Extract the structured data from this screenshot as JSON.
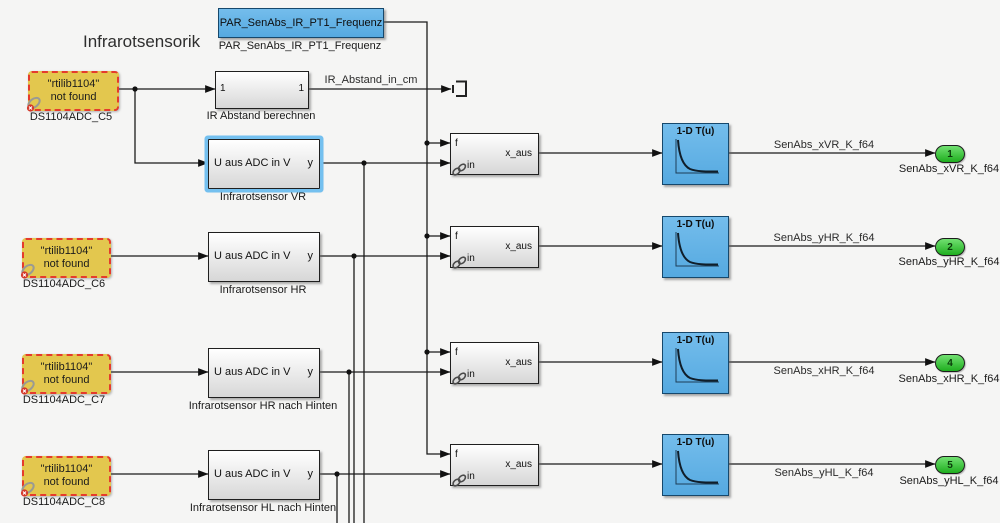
{
  "title": "Infrarotsensorik",
  "param_block": {
    "text": "PAR_SenAbs_IR_PT1_Frequenz",
    "label": "PAR_SenAbs_IR_PT1_Frequenz"
  },
  "ir_block": {
    "port_in": "1",
    "port_out": "1",
    "label": "IR Abstand berechnen",
    "signal": "IR_Abstand_in_cm"
  },
  "sensor_block": {
    "text": "U aus ADC in V",
    "out_port": "y"
  },
  "filter_block": {
    "in1": "f",
    "in2": "in",
    "out": "x_aus"
  },
  "lookup_block": {
    "label": "1-D T(u)"
  },
  "adc_error": {
    "line1": "\"rtilib1104\"",
    "line2": "not found"
  },
  "rows": [
    {
      "adc_name": "DS1104ADC_C5",
      "sensor_label": "Infrarotsensor VR",
      "signal": "SenAbs_xVR_K_f64",
      "port_num": "1",
      "port_label": "SenAbs_xVR_K_f64"
    },
    {
      "adc_name": "DS1104ADC_C6",
      "sensor_label": "Infrarotsensor HR",
      "signal": "SenAbs_yHR_K_f64",
      "port_num": "2",
      "port_label": "SenAbs_yHR_K_f64"
    },
    {
      "adc_name": "DS1104ADC_C7",
      "sensor_label": "Infrarotsensor HR nach Hinten",
      "signal": "SenAbs_xHR_K_f64",
      "port_num": "4",
      "port_label": "SenAbs_xHR_K_f64"
    },
    {
      "adc_name": "DS1104ADC_C8",
      "sensor_label": "Infrarotsensor HL nach Hinten",
      "signal": "SenAbs_yHL_K_f64",
      "port_num": "5",
      "port_label": "SenAbs_yHL_K_f64"
    }
  ],
  "colors": {
    "block_blue": "#5fb2e8",
    "warning_yellow": "#e3c74e",
    "warning_border_red": "#e53b2c",
    "output_port_green": "#33cc33",
    "background": "#f5f5f4"
  },
  "icons": {
    "terminator": "terminator-icon",
    "broken_library_link": "broken-link-badge",
    "library_link": "chain-link-icon"
  }
}
